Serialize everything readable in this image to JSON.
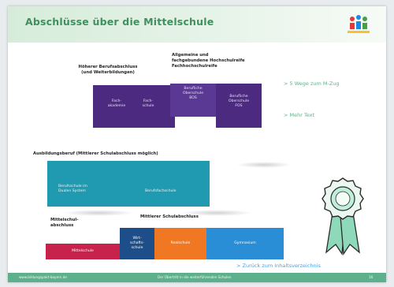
{
  "slide": {
    "title": "Abschlüsse über die Mittelschule"
  },
  "top": {
    "left_heading": "Höherer Berufsabschluss\n(und Weiterbildungen)",
    "right_heading": "Allgemeine und\nfachgebundene Hochschulreife\nFachhochschulreife",
    "blocks": [
      {
        "label": "Fach-\nakademie"
      },
      {
        "label": "Fach-\nschule"
      },
      {
        "label": "Berufliche\nOberschule\nBOS"
      },
      {
        "label": "Berufliche\nOberschule\nFOS"
      }
    ]
  },
  "links": {
    "wege": "> 5 Wege zum M-Zug",
    "mehr": "> Mehr Text",
    "back": "> Zurück zum Inhaltsverzeichnis"
  },
  "middle": {
    "heading": "Ausbildungsberuf (Mittlerer Schulabschluss möglich)",
    "teal_left": "Berufsschule im\nDualen System",
    "teal_right": "Berufsfachschule"
  },
  "bottom": {
    "left_heading": "Mittelschul-\nabschluss",
    "center_heading": "Mittlerer Schulabschluss",
    "segments": [
      {
        "label": "Mittelschule",
        "color": "#c7224c"
      },
      {
        "label": "Wirt-\nschafts-\nschule",
        "color": "#1e4e8a"
      },
      {
        "label": "Realschule",
        "color": "#f07823"
      },
      {
        "label": "Gymnasium",
        "color": "#2a8ed6"
      }
    ]
  },
  "footer": {
    "left": "www.bildungspakt-bayern.de",
    "center": "Der Übertritt in die weiterführenden Schulen",
    "page": "16"
  },
  "colors": {
    "title": "#3f8f5f",
    "footer": "#5db08c",
    "purple": "#4b2a80",
    "teal": "#1f9ab0",
    "badge": "#7fd1b0",
    "link_blue": "#4a9ee0"
  },
  "icons": {
    "logo": "school-logo-icon",
    "badge": "award-rosette-icon"
  }
}
